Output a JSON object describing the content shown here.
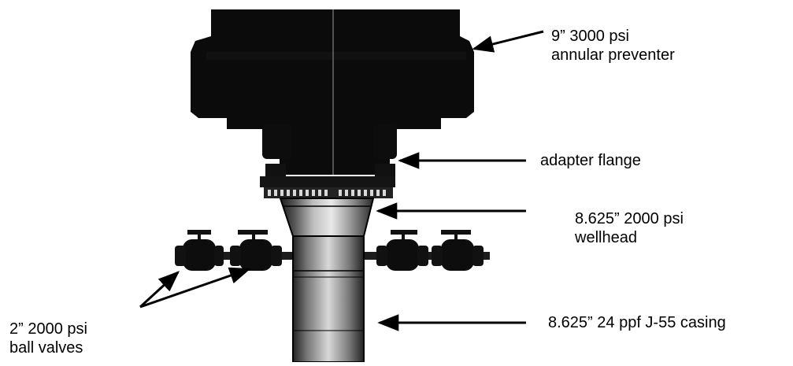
{
  "labels": {
    "annular_preventer": {
      "line1": "9” 3000 psi",
      "line2": "annular preventer"
    },
    "adapter_flange": {
      "text": "adapter flange"
    },
    "wellhead": {
      "line1": "8.625” 2000 psi",
      "line2": "wellhead"
    },
    "casing": {
      "text": "8.625” 24 ppf J-55 casing"
    },
    "ball_valves": {
      "line1": "2” 2000 psi",
      "line2": "ball valves"
    }
  }
}
